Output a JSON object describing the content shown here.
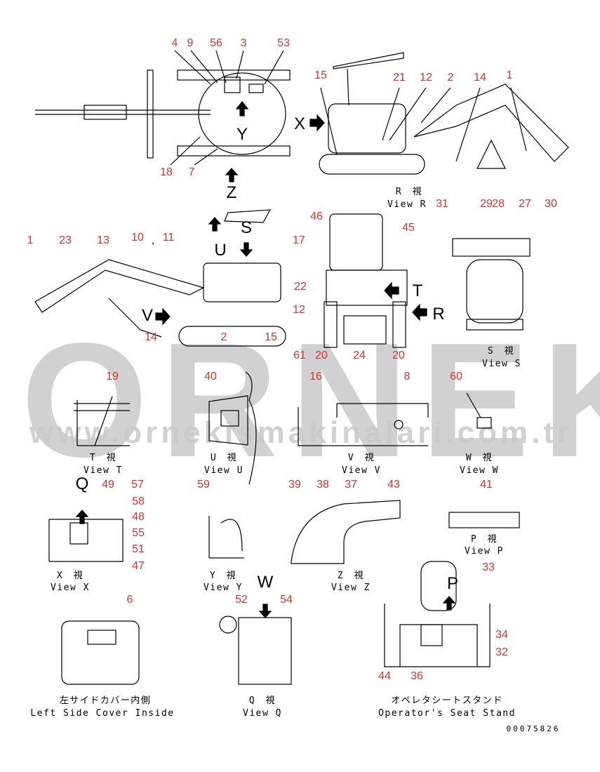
{
  "watermark": {
    "brand": "ORNEK",
    "url": "www.ornekismakinalari.com.tr"
  },
  "views": {
    "r": {
      "jp": "R　視",
      "en": "View R"
    },
    "s": {
      "jp": "S　視",
      "en": "View S"
    },
    "t": {
      "jp": "T　視",
      "en": "View T"
    },
    "u": {
      "jp": "U　視",
      "en": "View U"
    },
    "v": {
      "jp": "V　視",
      "en": "View V"
    },
    "w": {
      "jp": "W　視",
      "en": "View W"
    },
    "x": {
      "jp": "X　視",
      "en": "View X"
    },
    "y": {
      "jp": "Y　視",
      "en": "View Y"
    },
    "z": {
      "jp": "Z　視",
      "en": "View Z"
    },
    "p": {
      "jp": "P　視",
      "en": "View P"
    },
    "q": {
      "jp": "Q　視",
      "en": "View Q"
    },
    "cover": {
      "jp": "左サイドカバー内側",
      "en": "Left Side Cover Inside"
    },
    "seat": {
      "jp": "オペレタシートスタンド",
      "en": "Operator's Seat Stand"
    }
  },
  "arrows": {
    "x": "X",
    "y": "Y",
    "z": "Z",
    "u": "U",
    "s": "S",
    "v": "V",
    "t": "T",
    "r": "R",
    "q": "Q",
    "w": "W",
    "p": "P"
  },
  "callouts": [
    "4",
    "9",
    "56",
    "3",
    "53",
    "18",
    "7",
    "15",
    "21",
    "12",
    "2",
    "14",
    "1",
    "31",
    "29",
    "28",
    "27",
    "30",
    "1",
    "23",
    "13",
    "10",
    ",",
    "11",
    "17",
    "22",
    "12",
    "14",
    "2",
    "15",
    "46",
    "45",
    "61",
    "20",
    "24",
    "20",
    "19",
    "40",
    "16",
    "8",
    "60",
    "49",
    "57",
    "58",
    "48",
    "55",
    "51",
    "47",
    "59",
    "39",
    "38",
    "37",
    "43",
    "41",
    "6",
    "52",
    "54",
    "33",
    "34",
    "32",
    "44",
    "36"
  ],
  "drawing_number": "00075826"
}
